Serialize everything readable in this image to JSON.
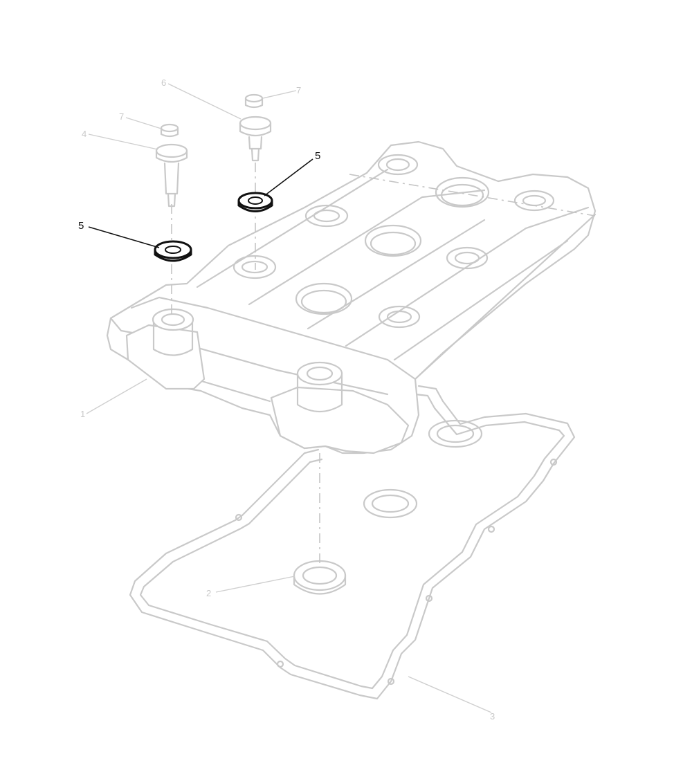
{
  "callouts": {
    "c1": "1",
    "c2_ring": "2",
    "c3_gasket": "3",
    "c4_bolt_left": "4",
    "c5_left": "5",
    "c5_right": "5",
    "c6_bolt_right": "6",
    "c7_cap_left": "7",
    "c7_cap_right": "7"
  },
  "colors": {
    "highlight": "#111111",
    "ghost": "#c9c9c9"
  }
}
